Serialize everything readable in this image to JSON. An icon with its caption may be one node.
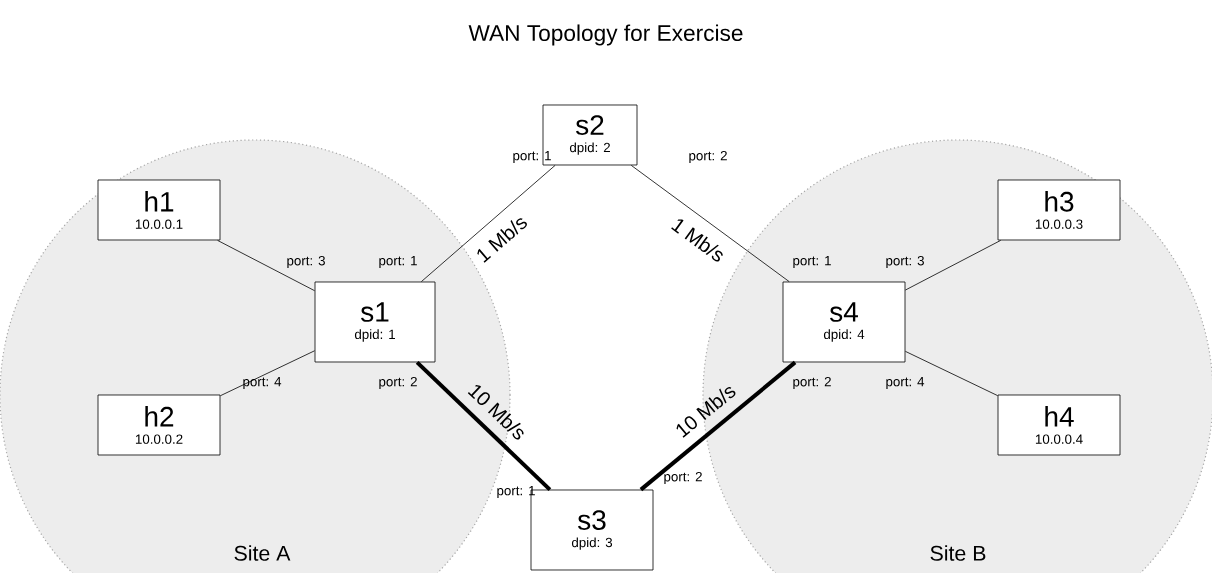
{
  "diagram": {
    "title": "WAN Topology for Exercise",
    "nodes": [
      {
        "text": [
          "Site A"
        ]
      },
      {
        "text": [
          "Site B"
        ]
      },
      {
        "text": [
          "s2",
          "dpid: 2"
        ]
      },
      {
        "text": [
          "h1",
          "10.0.0.1"
        ],
        "in": 0
      },
      {
        "text": [
          "s1",
          "dpid: 1"
        ],
        "in": 0
      },
      {
        "text": [
          "h2",
          "10.0.0.2"
        ],
        "in": 0
      },
      {
        "text": [
          "h3",
          "10.0.0.3"
        ],
        "in": 1
      },
      {
        "text": [
          "s4",
          "dpid: 4"
        ],
        "in": 1
      },
      {
        "text": [
          "h4",
          "10.0.0.4"
        ],
        "in": 1
      },
      {
        "text": [
          "s3",
          "dpid: 3"
        ]
      }
    ],
    "edges": [
      {
        "from": 3,
        "to": 4,
        "arrow": "none"
      },
      {
        "from": 5,
        "to": 4,
        "arrow": "none"
      },
      {
        "from": 4,
        "to": 2,
        "arrow": "none",
        "label": "1 Mb/s"
      },
      {
        "from": 2,
        "to": 7,
        "arrow": "none",
        "label": "1 Mb/s"
      },
      {
        "from": 4,
        "to": 9,
        "arrow": "none",
        "label": "10 Mb/s",
        "style": "thick"
      },
      {
        "from": 9,
        "to": 7,
        "arrow": "none",
        "label": "10 Mb/s",
        "style": "thick"
      },
      {
        "from": 7,
        "to": 6,
        "arrow": "none"
      },
      {
        "from": 7,
        "to": 8,
        "arrow": "none"
      }
    ],
    "labels": [
      "port: 1",
      "port: 2",
      "port: 3",
      "port: 1",
      "port: 1",
      "port: 3",
      "port: 4",
      "port: 2",
      "port: 2",
      "port: 4",
      "port: 1",
      "port: 2"
    ]
  }
}
